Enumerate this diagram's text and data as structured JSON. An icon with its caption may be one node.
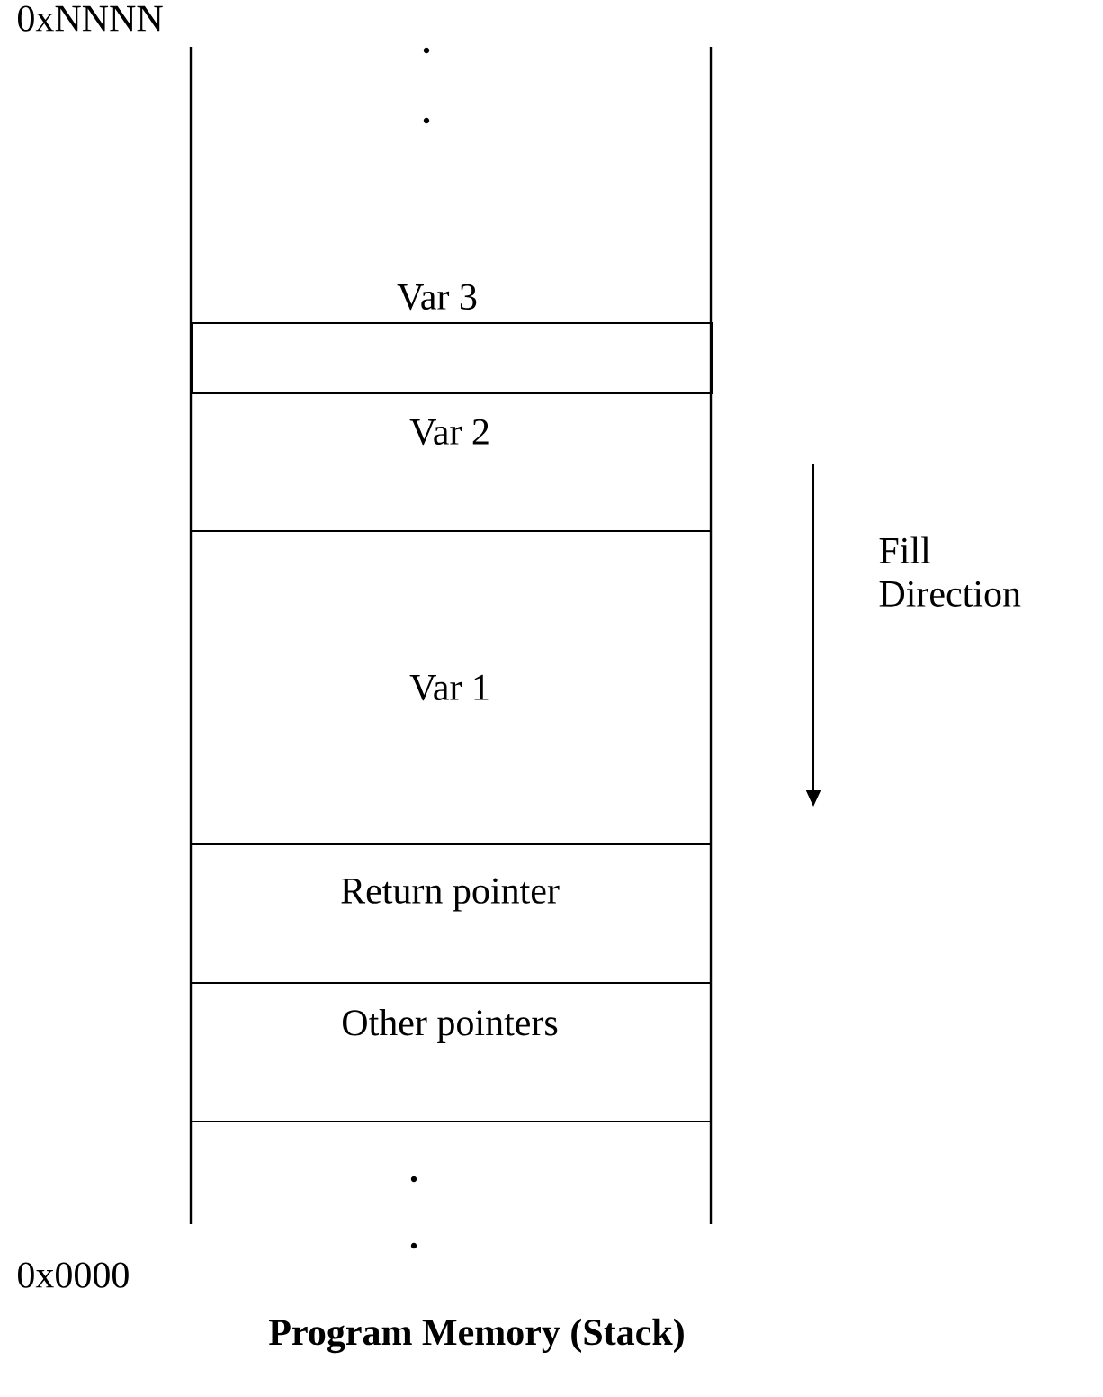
{
  "diagram": {
    "caption": "Program Memory (Stack)",
    "nodes": [
      {
        "text": [
          "Var 3"
        ]
      },
      {
        "text": [],
        "shape": "box"
      },
      {
        "text": [
          "Var 2"
        ]
      },
      {
        "text": [
          "Var 1"
        ]
      },
      {
        "text": [
          "Return pointer"
        ]
      },
      {
        "text": [
          "Other pointers"
        ]
      }
    ],
    "labels": [
      "0xNNNN",
      "Fill Direction",
      "0x0000"
    ]
  }
}
